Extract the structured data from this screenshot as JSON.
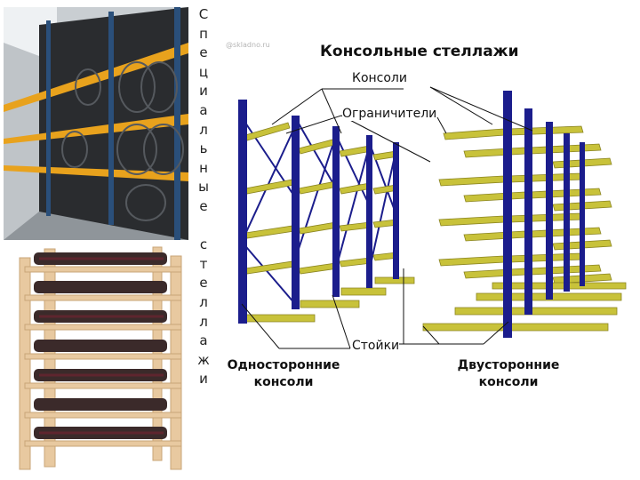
{
  "vertical_caption": [
    "С",
    "п",
    "е",
    "ц",
    "и",
    "а",
    "л",
    "ь",
    "н",
    "ы",
    "е",
    "",
    "с",
    "т",
    "е",
    "л",
    "л",
    "а",
    "ж",
    "и"
  ],
  "diagram": {
    "watermark": "@skladno.ru",
    "title": "Консольные стеллажи",
    "label_consoles": "Консоли",
    "label_limiters": "Ограничители",
    "label_posts": "Стойки",
    "label_single_line1": "Односторонние",
    "label_single_line2": "консоли",
    "label_double_line1": "Двусторонние",
    "label_double_line2": "консоли"
  },
  "colors": {
    "post_blue": "#1b1d8c",
    "arm_yellow": "#c8c23a",
    "shelf_orange": "#e8a21d",
    "wood": "#e8c9a0"
  }
}
